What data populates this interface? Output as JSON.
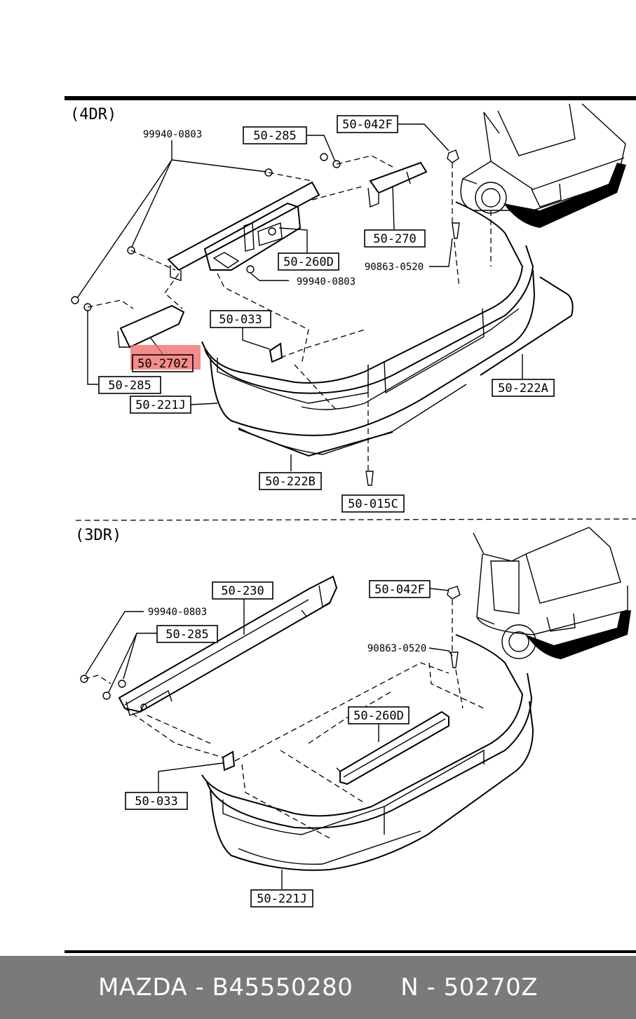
{
  "sections": {
    "top": "(4DR)",
    "bottom": "(3DR)"
  },
  "highlight_label": "50-270Z",
  "parts_4dr": {
    "p50_042f": "50-042F",
    "p50_285_top": "50-285",
    "p99940_top": "99940-0803",
    "p50_270": "50-270",
    "p50_260d": "50-260D",
    "p90863": "90863-0520",
    "p99940_mid": "99940-0803",
    "p50_033": "50-033",
    "p50_270z": "50-270Z",
    "p50_285_left": "50-285",
    "p50_221j": "50-221J",
    "p50_222a": "50-222A",
    "p50_222b": "50-222B",
    "p50_015c": "50-015C"
  },
  "parts_3dr": {
    "p50_230": "50-230",
    "p99940": "99940-0803",
    "p50_285": "50-285",
    "p50_042f": "50-042F",
    "p90863": "90863-0520",
    "p50_260d": "50-260D",
    "p50_033": "50-033",
    "p50_221j": "50-221J"
  },
  "footer": {
    "text": "MAZDA - B45550280      N - 50270Z"
  },
  "colors": {
    "highlight": "#f26a6a",
    "footer_bg": "#7a7a7a",
    "footer_text": "#ffffff"
  }
}
